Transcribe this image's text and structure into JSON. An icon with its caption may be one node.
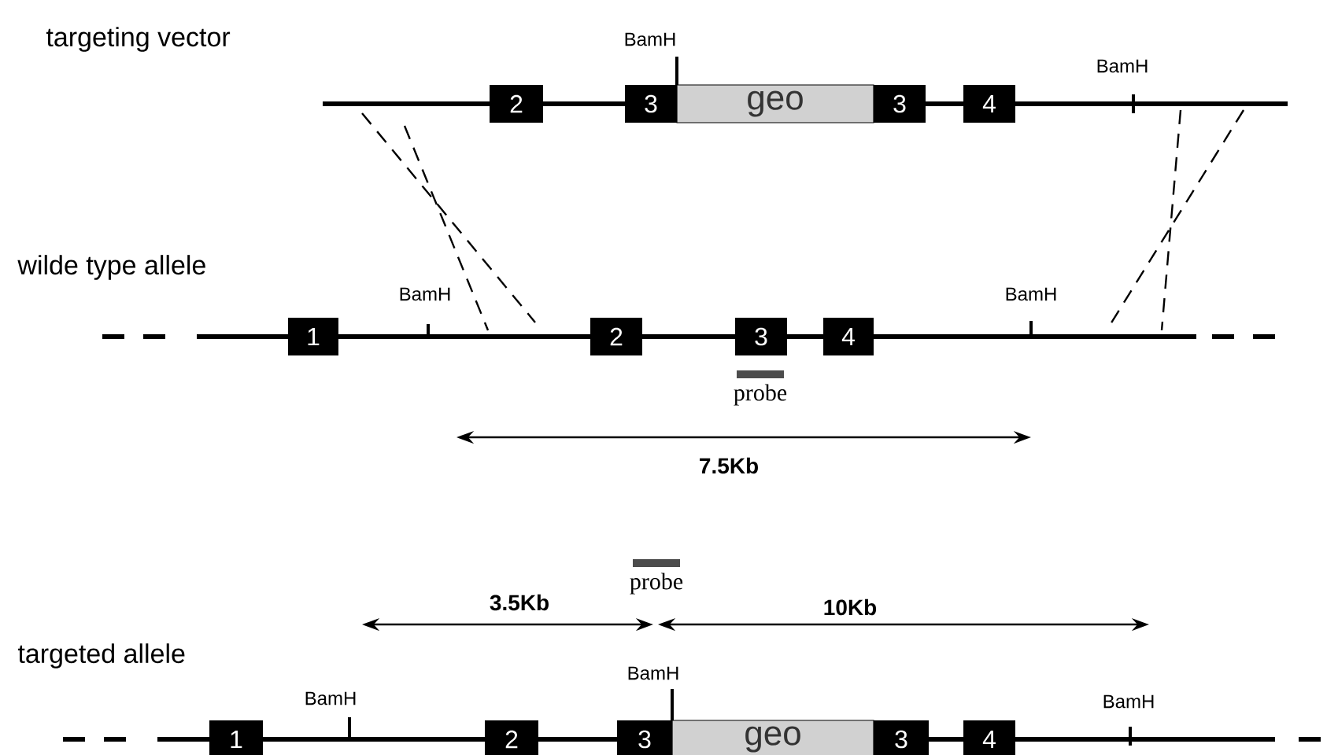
{
  "diagram": {
    "nodes": [
      {
        "text": [
          "2"
        ]
      },
      {
        "text": [
          "3"
        ]
      },
      {
        "text": [
          "geo"
        ]
      },
      {
        "text": [
          "3"
        ]
      },
      {
        "text": [
          "4"
        ]
      },
      {
        "text": [
          "1"
        ]
      },
      {
        "text": [
          "2"
        ]
      },
      {
        "text": [
          "3"
        ]
      },
      {
        "text": [
          "4"
        ]
      },
      {
        "text": [],
        "shape": "bar",
        "beside": [
          "probe"
        ]
      },
      {
        "text": [],
        "shape": "bar",
        "beside": [
          "probe"
        ]
      },
      {
        "text": [
          "1"
        ]
      },
      {
        "text": [
          "2"
        ]
      },
      {
        "text": [
          "3"
        ]
      },
      {
        "text": [
          "geo"
        ]
      },
      {
        "text": [
          "3"
        ]
      },
      {
        "text": [
          "4"
        ]
      }
    ],
    "labels": [
      "targeting vector",
      "BamH",
      "BamH",
      "wilde type allele",
      "BamH",
      "BamH",
      "7.5Kb",
      "3.5Kb",
      "10Kb",
      "targeted allele",
      "BamH",
      "BamH",
      "BamH"
    ]
  }
}
